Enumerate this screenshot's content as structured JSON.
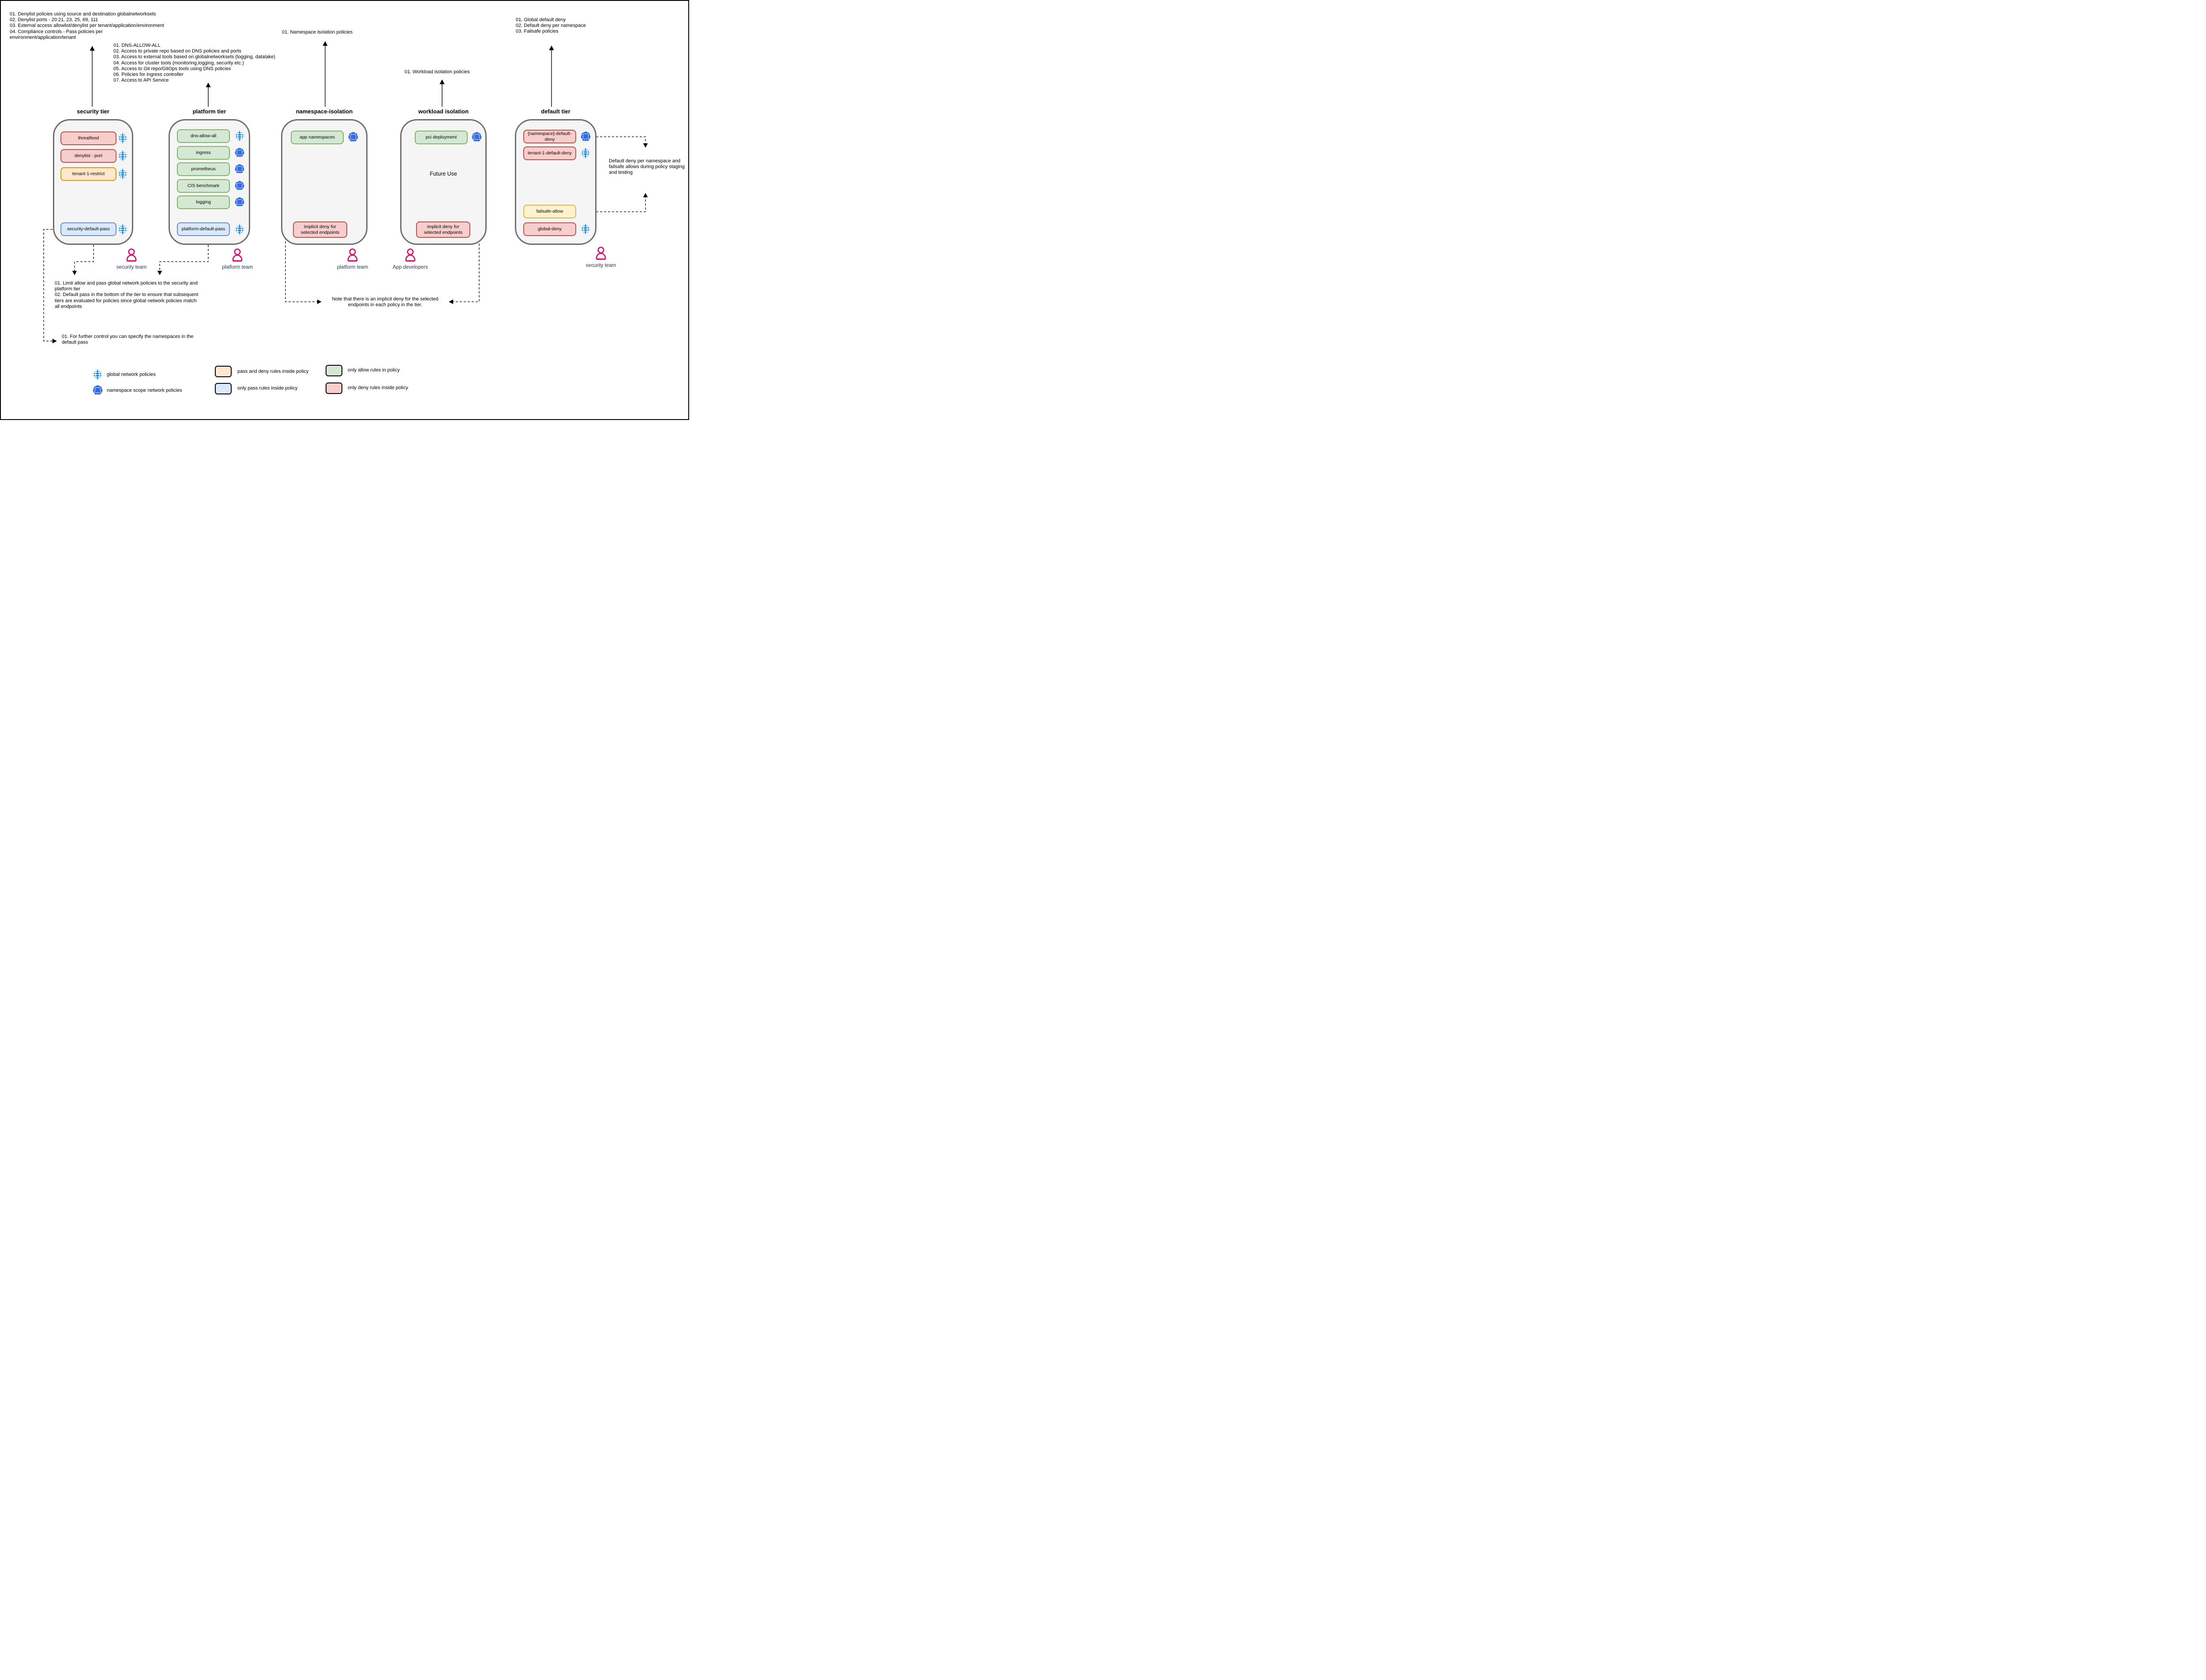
{
  "annotations": {
    "security_notes": [
      "01. Denylist policies using source and destination globalnetworksets",
      "02. Denylist ports - 20:21, 23, 25, 69, 111",
      "03. External access allowlist/denylist per tenant/application/environment",
      "04. Compliance controls - Pass policies per",
      "environment/application/tenant"
    ],
    "platform_notes": [
      "01. DNS-ALLOW-ALL",
      "02. Access to private repo based on DNS policies and ports",
      "03. Access to external tools based on globalnetworksets (logging, datalake)",
      "04. Access for cluster tools (monitoring,logging, security etc.)",
      "05. Access to Git repo/GitOps tools using DNS policies",
      "06. Policies for ingress controller",
      "07. Access to API Service"
    ],
    "namespace_note": "01. Namespace isolation policies",
    "workload_note": "01. Workload isolation policies",
    "default_notes": [
      "01. Global default deny",
      "02. Default deny per namespace",
      "03. Failsafe policies"
    ],
    "bottom_left_notes": [
      "01. Limit allow and pass global network policies to the security and platform tier",
      "02. Default pass in the bottom of the tier to ensure that subsequent tiers are evaluated for policies since global network policies match all endpoints"
    ],
    "further_control_note": "01. For further control you can specify the namespaces in the default pass",
    "implicit_deny_note": "Note that there is an implicit deny for the selected endpoints in each policy in the tier.",
    "default_deny_note": "Default deny per namespace and failsafe allows during policy staging and testing",
    "future_use": "Future Use"
  },
  "tiers": [
    {
      "title": "security tier",
      "policies": [
        {
          "label": "threatfeed",
          "rule": "only deny rules",
          "scope": "global"
        },
        {
          "label": "denylist - port",
          "rule": "only deny rules",
          "scope": "global"
        },
        {
          "label": "tenant-1-restrict",
          "rule": "pass and deny rules",
          "scope": "global"
        },
        {
          "label": "security-default-pass",
          "rule": "only pass rules",
          "scope": "global"
        }
      ]
    },
    {
      "title": "platform tier",
      "policies": [
        {
          "label": "dns-allow-all",
          "rule": "only allow rules",
          "scope": "global"
        },
        {
          "label": "ingress",
          "rule": "only allow rules",
          "scope": "namespace"
        },
        {
          "label": "prometheus",
          "rule": "only allow rules",
          "scope": "namespace"
        },
        {
          "label": "CIS benchmark",
          "rule": "only allow rules",
          "scope": "namespace"
        },
        {
          "label": "logging",
          "rule": "only allow rules",
          "scope": "namespace"
        },
        {
          "label": "platform-default-pass",
          "rule": "only pass rules",
          "scope": "global"
        }
      ]
    },
    {
      "title": "namespace-isolation",
      "policies": [
        {
          "label": "app namespaces",
          "rule": "only allow rules",
          "scope": "namespace"
        },
        {
          "label": "implicit deny for selected endpoints",
          "rule": "only deny rules",
          "scope": "none"
        }
      ]
    },
    {
      "title": "workload isolation",
      "policies": [
        {
          "label": "pci deployment",
          "rule": "only allow rules",
          "scope": "namespace"
        },
        {
          "label": "implicit deny for selected endpoints",
          "rule": "only deny rules",
          "scope": "none"
        }
      ]
    },
    {
      "title": "default tier",
      "policies": [
        {
          "label": "[namespace]-default-deny",
          "rule": "only deny rules",
          "scope": "namespace"
        },
        {
          "label": "tenant-1-default-deny",
          "rule": "only deny rules",
          "scope": "global"
        },
        {
          "label": "failsafe-allow",
          "rule": "pass and deny rules",
          "scope": "none"
        },
        {
          "label": "global-deny",
          "rule": "only deny rules",
          "scope": "global"
        }
      ]
    }
  ],
  "teams": [
    {
      "label": "security team"
    },
    {
      "label": "platform team"
    },
    {
      "label": "platform team"
    },
    {
      "label": "App developers"
    },
    {
      "label": "security team"
    }
  ],
  "legend": {
    "global": "global network policies",
    "namespace": "namespace scope network policies",
    "pass_deny": "pass and deny rules inside policy",
    "only_pass": "only pass rules inside policy",
    "only_allow": "only allow rules in policy",
    "only_deny": "only deny rules inside policy"
  },
  "colors": {
    "deny_fill": "#f8cecc",
    "deny_border": "#b85450",
    "pass_deny_fill": "#ffe6cc",
    "pass_deny_border": "#d79b00",
    "allow_fill": "#d5e8d4",
    "allow_border": "#82b366",
    "pass_fill": "#dae8fc",
    "pass_border": "#6c8ebf",
    "failsafe_fill": "#fff2cc",
    "failsafe_border": "#d6b656",
    "globe_blue": "#1e88e5",
    "namespace_blue": "#326ce5",
    "person_magenta": "#d0136d",
    "team_text": "#1c3a5e",
    "container_fill": "#f5f5f5",
    "container_border": "#6e6e6e"
  }
}
